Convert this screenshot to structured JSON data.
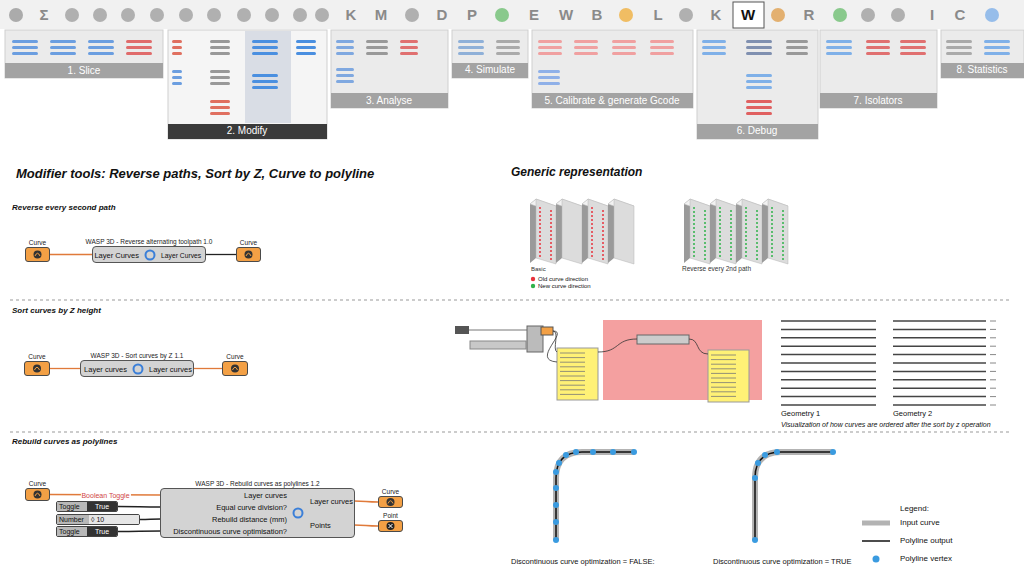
{
  "diagram": {
    "title": "Modifier tools: Reverse paths, Sort by Z, Curve to polyline",
    "nodes": [
      {
        "text": [
          "Curve"
        ]
      },
      {
        "text": [
          "WASP 3D - Reverse alternating toolpath 1.0"
        ]
      },
      {
        "text": [
          "Layer Curves"
        ],
        "in": 1
      },
      {
        "text": [
          "Layer Curves"
        ],
        "in": 1
      },
      {
        "text": [
          "Curve"
        ]
      },
      {
        "text": [
          "Curve"
        ]
      },
      {
        "text": [
          "WASP 3D - Sort curves by Z 1.1"
        ]
      },
      {
        "text": [
          "Layer curves"
        ],
        "in": 6
      },
      {
        "text": [
          "Layer curves"
        ],
        "in": 6
      },
      {
        "text": [
          "Curve"
        ]
      },
      {
        "text": [
          "Curve"
        ]
      },
      {
        "text": [
          "Toggle",
          "True"
        ]
      },
      {
        "text": [
          "Number",
          "◊ 10"
        ]
      },
      {
        "text": [
          "Toggle",
          "True"
        ]
      },
      {
        "text": [
          "WASP 3D - Rebuild curves as polylines 1.2"
        ]
      },
      {
        "text": [
          "Layer curves"
        ],
        "in": 14
      },
      {
        "text": [
          "Equal curve division?"
        ],
        "in": 14
      },
      {
        "text": [
          "Rebuild distance (mm)"
        ],
        "in": 14
      },
      {
        "text": [
          "Discontinuous curve optimisation?"
        ],
        "in": 14
      },
      {
        "text": [
          "Layer curves"
        ],
        "in": 14
      },
      {
        "text": [
          "Points"
        ],
        "in": 14
      },
      {
        "text": [
          "Curve"
        ]
      },
      {
        "text": [
          "Point"
        ]
      }
    ],
    "edges": [
      {
        "from": 0,
        "to": 2,
        "arrow": "none"
      },
      {
        "from": 3,
        "to": 4,
        "arrow": "none"
      },
      {
        "from": 5,
        "to": 7,
        "arrow": "none"
      },
      {
        "from": 8,
        "to": 9,
        "arrow": "none"
      },
      {
        "from": 10,
        "to": 15,
        "label": "Boolean Toggle",
        "arrow": "none"
      },
      {
        "from": 11,
        "to": 16,
        "arrow": "none"
      },
      {
        "from": 12,
        "to": 17,
        "arrow": "none"
      },
      {
        "from": 13,
        "to": 18,
        "arrow": "none"
      },
      {
        "from": 19,
        "to": 21,
        "arrow": "none"
      },
      {
        "from": 20,
        "to": 22,
        "arrow": "none"
      }
    ],
    "labels": [
      "Σ",
      "K",
      "M",
      "D",
      "P",
      "E",
      "W",
      "B",
      "L",
      "K",
      "W",
      "R",
      "I",
      "C",
      "1. Slice",
      "2. Modify",
      "3. Analyse",
      "4. Simulate",
      "5. Calibrate & generate Gcode",
      "6. Debug",
      "7. Isolators",
      "8. Statistics",
      "Generic representation",
      "Reverse every second path",
      "Basic",
      "Reverse every 2nd path",
      "Sort curves by Z height",
      "Geometry 1",
      "Geometry 2",
      "Visualization of how curves are ordered after the sort by z operation",
      "Rebuild curves as polylines",
      "Discontinuous curve optimization = FALSE:",
      "Discontinuous curve optimization = TRUE",
      "Legend:"
    ],
    "legend": [
      {
        "text": "Old curve direction",
        "color": "#e8323c"
      },
      {
        "text": "New curve direction",
        "color": "#2fb34a"
      },
      {
        "text": "Input curve"
      },
      {
        "text": "Polyline output"
      },
      {
        "text": "Polyline vertex",
        "color": "#3a9be0"
      }
    ]
  }
}
